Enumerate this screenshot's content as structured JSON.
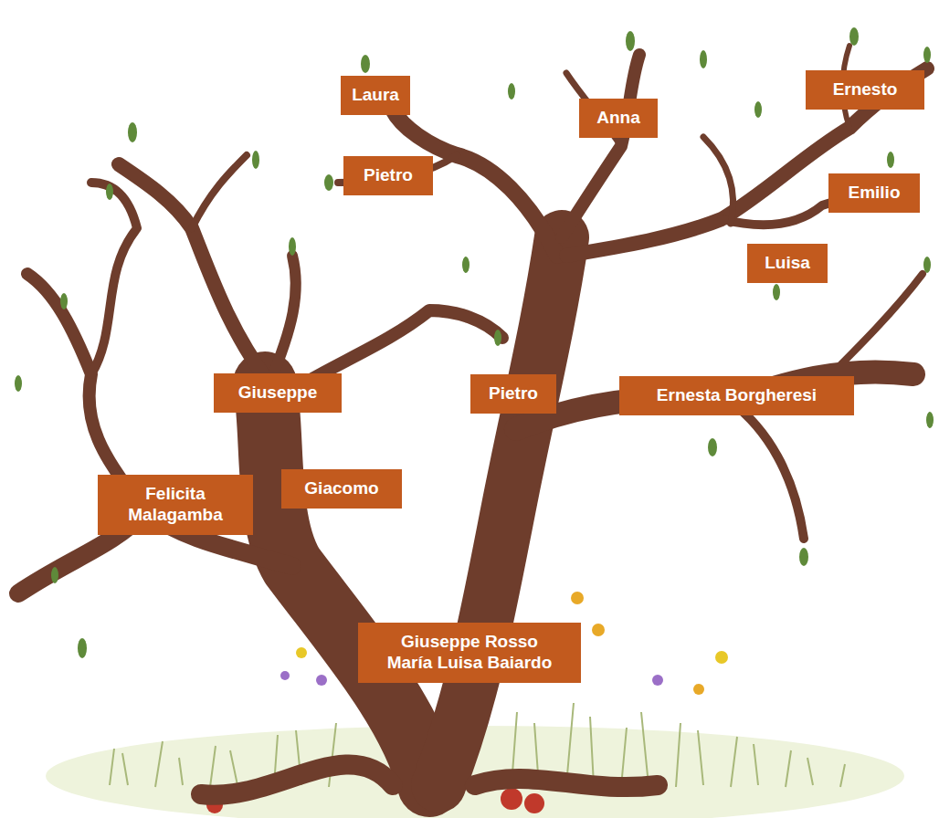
{
  "diagram": {
    "nodes": [
      {
        "text": [
          "Laura"
        ]
      },
      {
        "text": [
          "Anna"
        ]
      },
      {
        "text": [
          "Ernesto"
        ]
      },
      {
        "text": [
          "Pietro"
        ]
      },
      {
        "text": [
          "Emilio"
        ]
      },
      {
        "text": [
          "Luisa"
        ]
      },
      {
        "text": [
          "Giuseppe"
        ]
      },
      {
        "text": [
          "Pietro"
        ]
      },
      {
        "text": [
          "Ernesta Borgheresi"
        ]
      },
      {
        "text": [
          "Felicita Malagamba"
        ]
      },
      {
        "text": [
          "Giacomo"
        ]
      },
      {
        "text": [
          "Giuseppe Rosso",
          "María Luisa Baiardo"
        ]
      }
    ]
  }
}
